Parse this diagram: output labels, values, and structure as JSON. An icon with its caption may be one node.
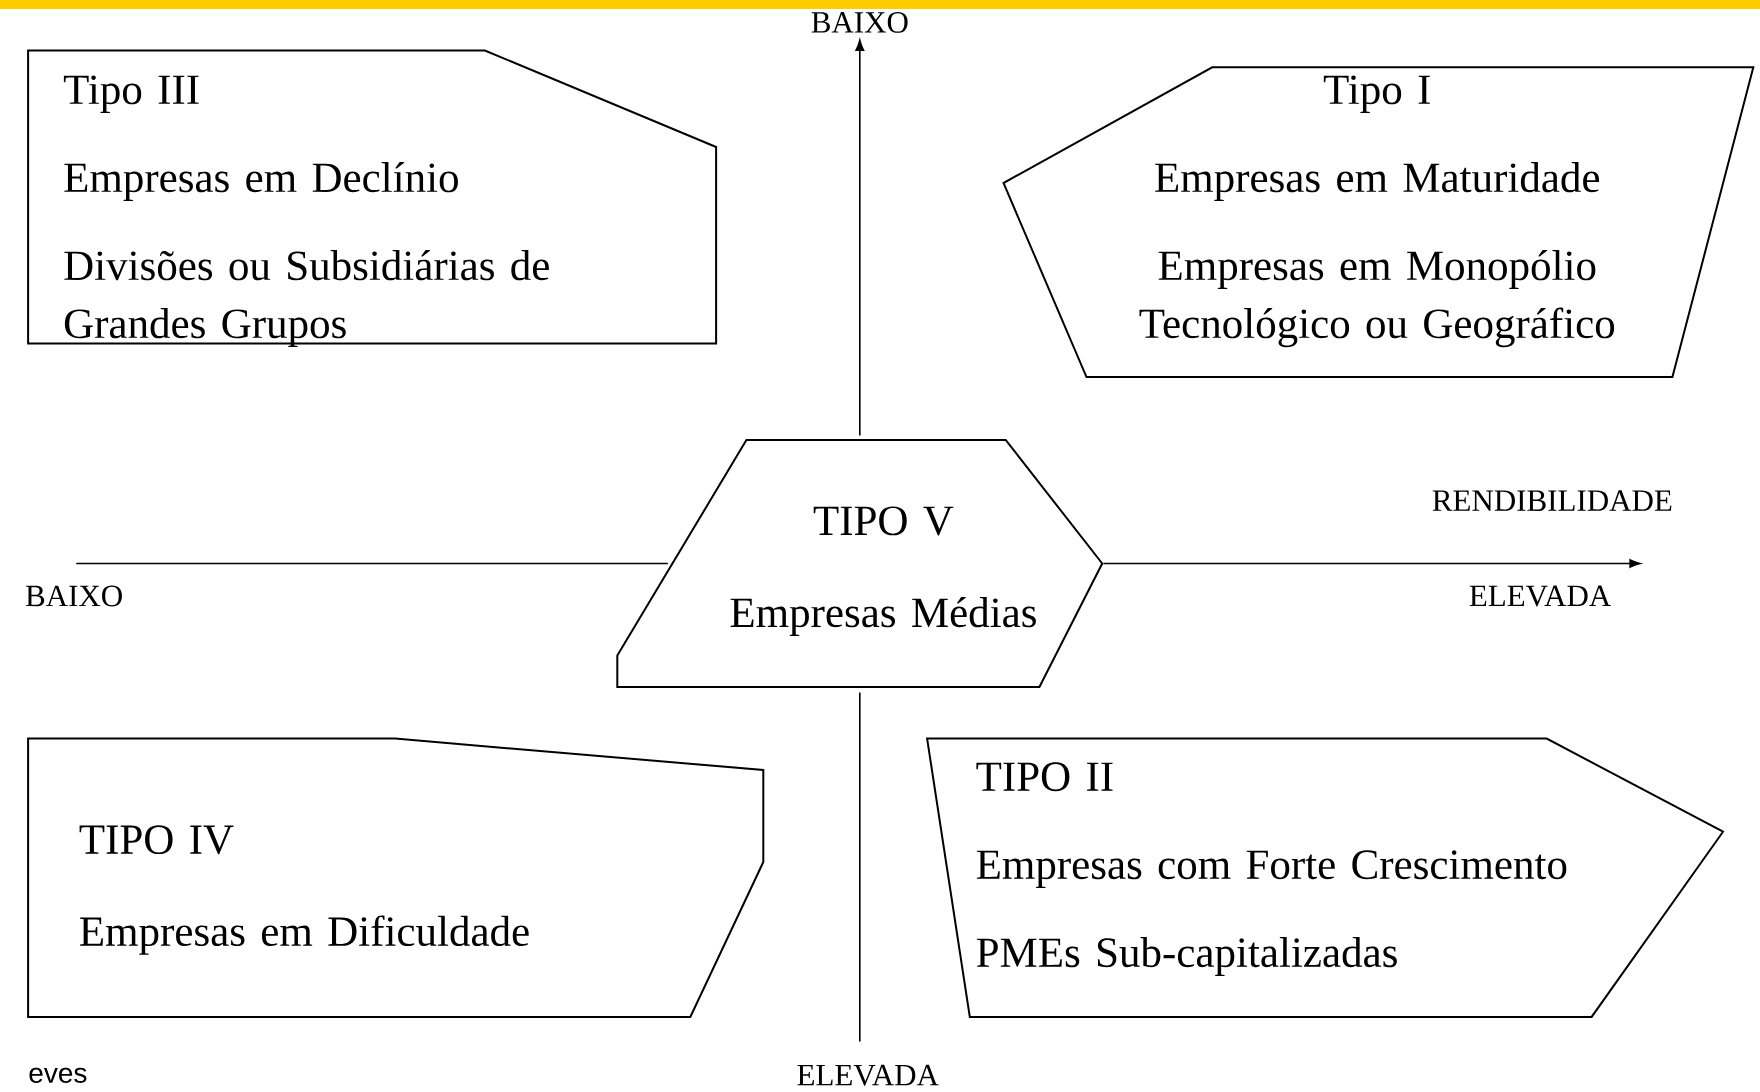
{
  "diagram": {
    "nodes": [
      {
        "text": [
          "Tipo III",
          "Empresas em Declínio",
          "Divisões ou Subsidiárias de Grandes Grupos"
        ]
      },
      {
        "text": [
          "Tipo I",
          "Empresas em Maturidade",
          "Empresas em Monopólio Tecnológico ou Geográfico"
        ]
      },
      {
        "text": [
          "TIPO V",
          "Empresas Médias"
        ]
      },
      {
        "text": [
          "TIPO IV",
          "Empresas em Dificuldade"
        ]
      },
      {
        "text": [
          "TIPO II",
          "Empresas com Forte Crescimento",
          "PMEs Sub-capitalizadas"
        ]
      }
    ],
    "edges": [],
    "labels": [
      "BAIXO",
      "RENDIBILIDADE",
      "BAIXO",
      "ELEVADA",
      "eves",
      "ELEVADA"
    ]
  }
}
